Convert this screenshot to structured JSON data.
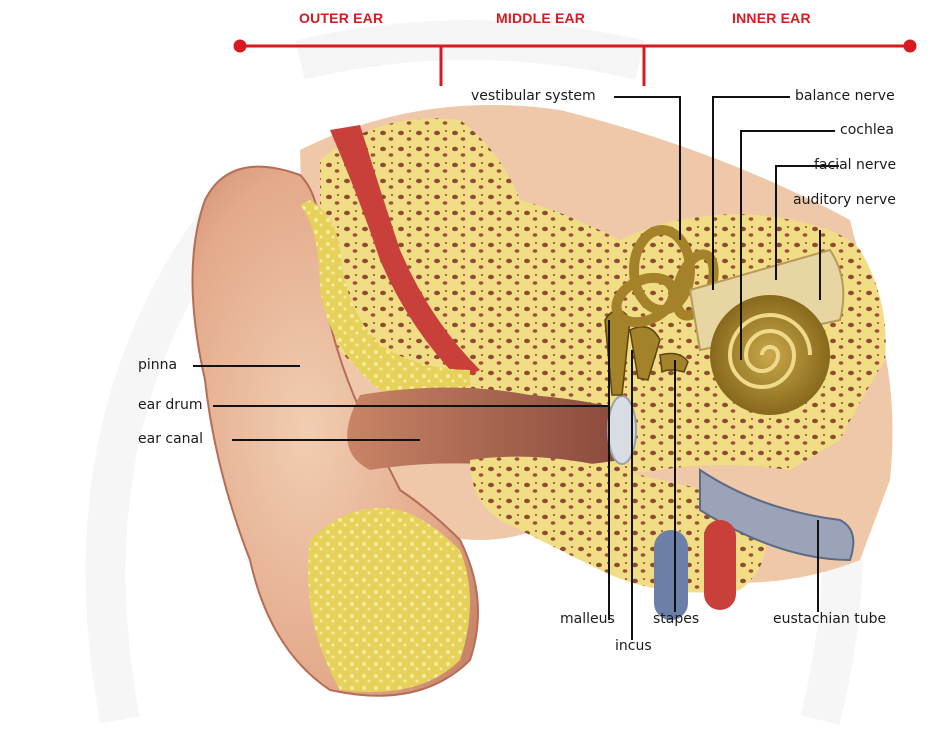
{
  "colors": {
    "accent": "#d71920",
    "bone": "#f2df88",
    "flesh": "#e9b899",
    "labyrinth": "#a3822a"
  },
  "regions": {
    "outer": "OUTER EAR",
    "middle": "MIDDLE EAR",
    "inner": "INNER EAR"
  },
  "labels": {
    "vestibular": "vestibular system",
    "balance_nerve": "balance nerve",
    "cochlea": "cochlea",
    "facial_nerve": "facial nerve",
    "auditory_nerve": "auditory nerve",
    "pinna": "pinna",
    "ear_drum": "ear drum",
    "ear_canal": "ear canal",
    "malleus": "malleus",
    "incus": "incus",
    "stapes": "stapes",
    "eustachian_tube": "eustachian tube"
  }
}
